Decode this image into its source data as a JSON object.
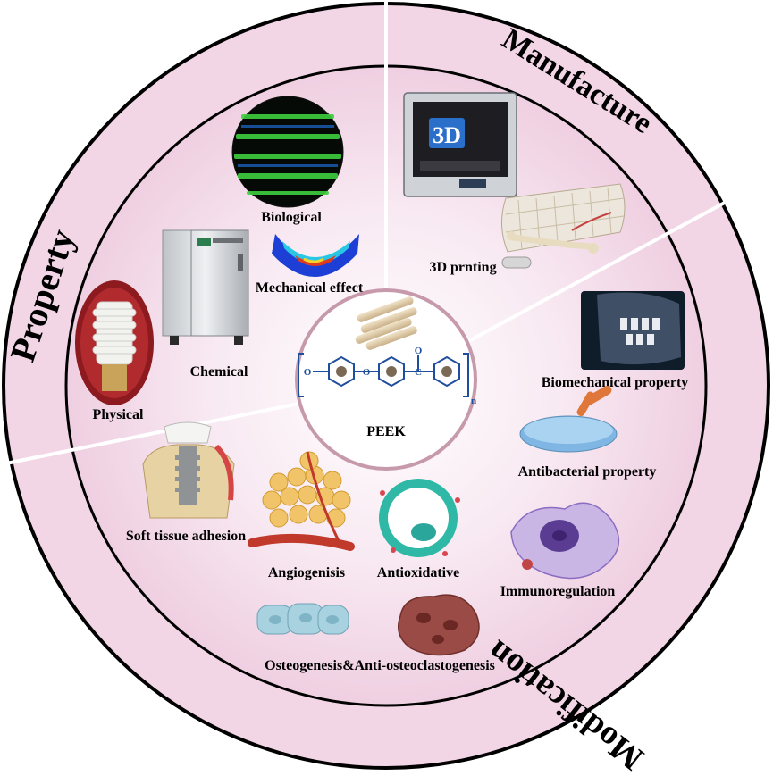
{
  "center": {
    "label": "PEEK",
    "formula": {
      "oxygen": "O",
      "carbonyl_c": "C",
      "n": "n"
    }
  },
  "sections": {
    "property": "Property",
    "manufacture": "Manufacture",
    "modification": "Modification"
  },
  "labels": {
    "biological": "Biological",
    "mechanical_effect": "Mechanical effect",
    "chemical": "Chemical",
    "physical": "Physical",
    "printing_3d": "3D prnting",
    "printer_badge": "3D",
    "biomechanical": "Biomechanical property",
    "antibacterial": "Antibacterial property",
    "immunoregulation": "Immunoregulation",
    "soft_tissue": "Soft tissue adhesion",
    "angiogenesis": "Angiogenisis",
    "antioxidative": "Antioxidative",
    "osteogenesis": "Osteogenesis&Anti-osteoclastogenesis"
  },
  "colors": {
    "ring": "#f2d5e6",
    "inner": "#f6e3ef",
    "outline": "#000000",
    "center_ring": "#d9a6b8",
    "formula_blue": "#1f4e9c"
  }
}
